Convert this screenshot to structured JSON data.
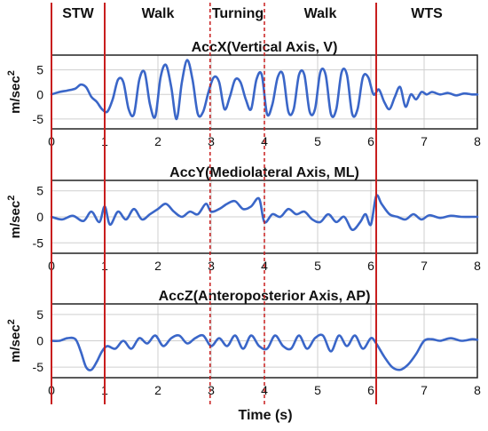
{
  "phases": [
    {
      "label": "STW",
      "start": 0,
      "end": 1
    },
    {
      "label": "Walk",
      "start": 1,
      "end": 3
    },
    {
      "label": "Turning",
      "start": 3,
      "end": 4
    },
    {
      "label": "Walk",
      "start": 4,
      "end": 6.1
    },
    {
      "label": "WTS",
      "start": 6.1,
      "end": 8
    }
  ],
  "phase_boundaries": [
    {
      "t": 1.0,
      "style": "solid"
    },
    {
      "t": 2.98,
      "style": "dashed"
    },
    {
      "t": 4.0,
      "style": "dashed"
    },
    {
      "t": 6.1,
      "style": "solid"
    }
  ],
  "colors": {
    "series": "#3a66c8",
    "boundary": "#c81e1e",
    "axis": "#222222",
    "grid": "#cfcfcf"
  },
  "chart_data": [
    {
      "type": "line",
      "title": "AccX(Vertical Axis, V)",
      "ylabel": "m/sec",
      "ylabel_sup": "2",
      "xlabel": "",
      "xlim": [
        0,
        8
      ],
      "ylim": [
        -7,
        8
      ],
      "xticks": [
        0,
        1,
        2,
        3,
        4,
        5,
        6,
        7,
        8
      ],
      "xtick_labels": [
        "0",
        "1",
        "2",
        "3",
        "4",
        "5",
        "6",
        "7",
        "8"
      ],
      "yticks": [
        -5,
        0,
        5
      ],
      "ytick_labels": [
        "-5",
        "0",
        "5"
      ],
      "grid": true,
      "series": [
        {
          "x": [
            0.0,
            0.15,
            0.3,
            0.45,
            0.55,
            0.65,
            0.75,
            0.85,
            0.95,
            1.05,
            1.15,
            1.25,
            1.35,
            1.45,
            1.55,
            1.65,
            1.75,
            1.85,
            1.95,
            2.05,
            2.15,
            2.25,
            2.35,
            2.45,
            2.55,
            2.65,
            2.75,
            2.85,
            2.95,
            3.05,
            3.15,
            3.25,
            3.35,
            3.45,
            3.55,
            3.65,
            3.75,
            3.85,
            3.95,
            4.05,
            4.15,
            4.25,
            4.35,
            4.45,
            4.55,
            4.65,
            4.75,
            4.85,
            4.95,
            5.05,
            5.15,
            5.25,
            5.35,
            5.45,
            5.55,
            5.65,
            5.75,
            5.85,
            5.95,
            6.05,
            6.15,
            6.25,
            6.35,
            6.45,
            6.55,
            6.65,
            6.75,
            6.85,
            6.95,
            7.05,
            7.15,
            7.3,
            7.45,
            7.6,
            7.75,
            7.9,
            8.0
          ],
          "y": [
            0.0,
            0.5,
            0.8,
            1.2,
            2.0,
            1.5,
            -0.5,
            -1.5,
            -3.0,
            -3.5,
            -1.0,
            3.0,
            2.5,
            -3.0,
            -4.0,
            3.0,
            4.5,
            -2.0,
            -4.5,
            3.5,
            6.0,
            1.5,
            -5.0,
            2.5,
            7.0,
            3.0,
            -4.0,
            -3.5,
            0.5,
            3.5,
            2.5,
            -3.0,
            -0.5,
            3.0,
            2.5,
            -1.0,
            -3.0,
            3.0,
            4.0,
            -4.0,
            -2.0,
            3.5,
            4.0,
            -3.5,
            -3.0,
            4.0,
            4.0,
            -3.5,
            -3.0,
            4.5,
            4.0,
            -4.0,
            -3.0,
            4.5,
            4.0,
            -4.0,
            -3.0,
            3.5,
            3.5,
            0.0,
            1.0,
            -1.5,
            -3.0,
            -0.5,
            1.5,
            -2.5,
            0.0,
            -1.0,
            0.5,
            0.0,
            0.5,
            0.0,
            0.3,
            -0.2,
            0.2,
            0.0,
            0.0
          ]
        }
      ]
    },
    {
      "type": "line",
      "title": "AccY(Mediolateral Axis, ML)",
      "ylabel": "m/sec",
      "ylabel_sup": "2",
      "xlabel": "",
      "xlim": [
        0,
        8
      ],
      "ylim": [
        -7,
        7
      ],
      "xticks": [
        0,
        1,
        2,
        3,
        4,
        5,
        6,
        7,
        8
      ],
      "xtick_labels": [
        "0",
        "1",
        "2",
        "3",
        "4",
        "5",
        "6",
        "7",
        "8"
      ],
      "yticks": [
        -5,
        0,
        5
      ],
      "ytick_labels": [
        "-5",
        "0",
        "5"
      ],
      "grid": true,
      "series": [
        {
          "x": [
            0.0,
            0.2,
            0.4,
            0.6,
            0.75,
            0.9,
            1.0,
            1.1,
            1.25,
            1.4,
            1.55,
            1.7,
            1.85,
            2.0,
            2.15,
            2.3,
            2.45,
            2.6,
            2.75,
            2.9,
            3.0,
            3.15,
            3.3,
            3.45,
            3.6,
            3.75,
            3.9,
            4.0,
            4.15,
            4.3,
            4.45,
            4.6,
            4.75,
            4.9,
            5.05,
            5.2,
            5.35,
            5.5,
            5.65,
            5.8,
            5.9,
            6.0,
            6.1,
            6.2,
            6.35,
            6.5,
            6.65,
            6.8,
            6.95,
            7.1,
            7.3,
            7.5,
            7.7,
            7.9,
            8.0
          ],
          "y": [
            0.0,
            -0.5,
            0.2,
            -0.8,
            1.0,
            -1.0,
            2.0,
            -1.5,
            1.0,
            -0.5,
            1.5,
            -0.5,
            0.5,
            1.5,
            2.5,
            1.0,
            0.0,
            1.0,
            0.5,
            2.5,
            1.0,
            1.5,
            2.5,
            3.0,
            1.5,
            2.0,
            3.5,
            -1.0,
            0.5,
            0.0,
            1.5,
            0.5,
            1.0,
            -0.5,
            -1.0,
            0.5,
            -1.0,
            0.0,
            -2.5,
            -1.0,
            0.5,
            -1.5,
            4.0,
            2.5,
            0.5,
            0.0,
            -0.5,
            0.5,
            -0.5,
            0.3,
            -0.2,
            0.2,
            0.0,
            0.0,
            0.0
          ]
        }
      ]
    },
    {
      "type": "line",
      "title": "AccZ(Anteroposterior Axis, AP)",
      "ylabel": "m/sec",
      "ylabel_sup": "2",
      "xlabel": "Time (s)",
      "xlim": [
        0,
        8
      ],
      "ylim": [
        -7,
        7
      ],
      "xticks": [
        0,
        1,
        2,
        3,
        4,
        5,
        6,
        7,
        8
      ],
      "xtick_labels": [
        "0",
        "1",
        "2",
        "3",
        "4",
        "5",
        "6",
        "7",
        "8"
      ],
      "yticks": [
        -5,
        0,
        5
      ],
      "ytick_labels": [
        "-5",
        "0",
        "5"
      ],
      "grid": true,
      "series": [
        {
          "x": [
            0.0,
            0.15,
            0.3,
            0.45,
            0.55,
            0.65,
            0.75,
            0.85,
            0.95,
            1.05,
            1.2,
            1.35,
            1.5,
            1.65,
            1.8,
            1.95,
            2.1,
            2.25,
            2.4,
            2.55,
            2.7,
            2.85,
            3.0,
            3.15,
            3.3,
            3.45,
            3.6,
            3.75,
            3.9,
            4.05,
            4.2,
            4.35,
            4.5,
            4.65,
            4.8,
            4.95,
            5.1,
            5.25,
            5.4,
            5.55,
            5.7,
            5.85,
            6.0,
            6.1,
            6.25,
            6.4,
            6.55,
            6.7,
            6.85,
            7.0,
            7.15,
            7.3,
            7.5,
            7.7,
            7.9,
            8.0
          ],
          "y": [
            0.0,
            0.0,
            0.5,
            0.3,
            -2.0,
            -5.0,
            -5.5,
            -4.0,
            -2.0,
            -1.0,
            -1.5,
            0.0,
            -1.5,
            0.5,
            -0.5,
            1.0,
            -1.0,
            0.5,
            1.0,
            -0.5,
            0.5,
            1.0,
            -1.0,
            0.5,
            -1.0,
            1.0,
            -1.5,
            1.0,
            -1.0,
            -1.5,
            1.0,
            -1.0,
            -1.5,
            1.0,
            -1.5,
            0.5,
            1.0,
            -2.0,
            1.0,
            -1.0,
            1.0,
            -1.5,
            0.5,
            -0.5,
            -3.0,
            -5.0,
            -5.5,
            -4.5,
            -2.5,
            0.0,
            0.3,
            0.0,
            0.5,
            0.0,
            0.3,
            0.2
          ]
        }
      ]
    }
  ]
}
